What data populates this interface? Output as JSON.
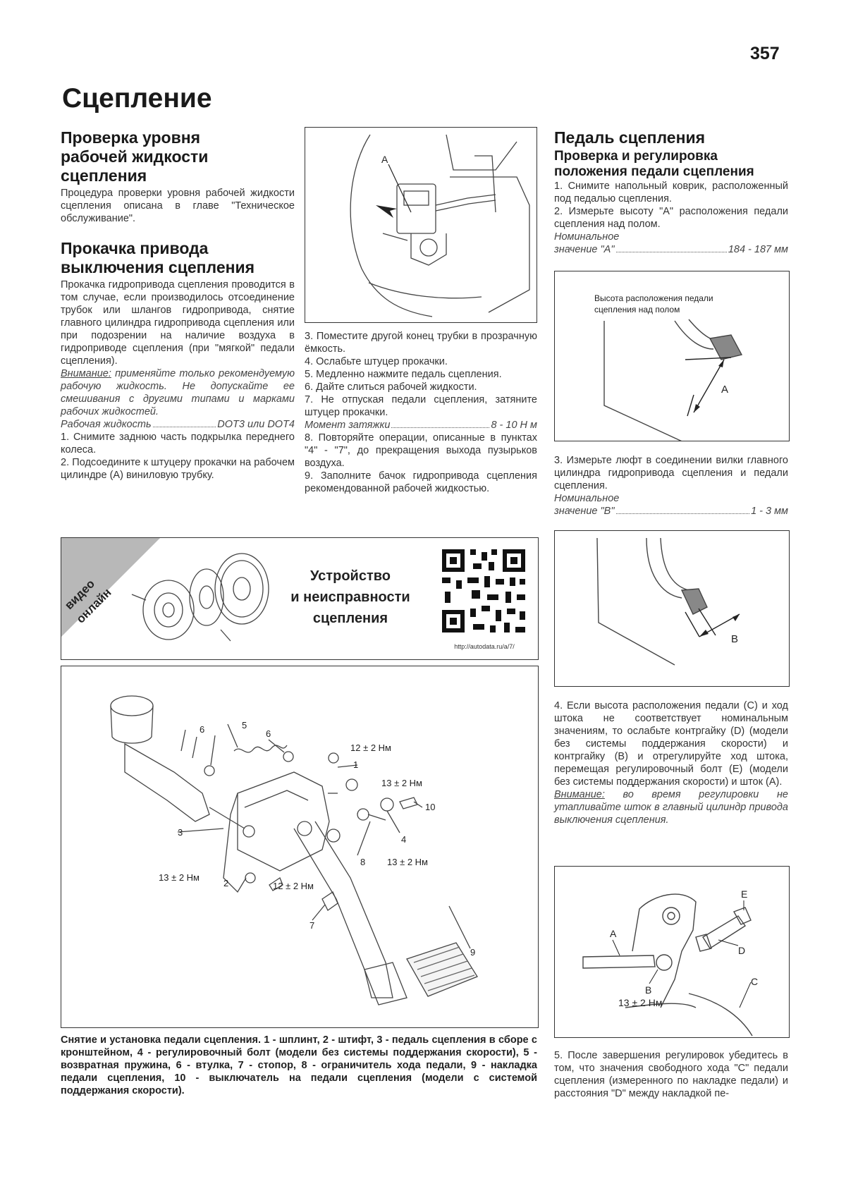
{
  "page_number": "357",
  "chapter_title": "Сцепление",
  "col1": {
    "sec1_title_l1": "Проверка уровня",
    "sec1_title_l2": "рабочей жидкости",
    "sec1_title_l3": "сцепления",
    "sec1_text": "Процедура проверки уровня рабочей жидкости сцепления описана в главе \"Техническое обслуживание\".",
    "sec2_title_l1": "Прокачка привода",
    "sec2_title_l2": "выключения сцепления",
    "sec2_text": "Прокачка гидропривода сцепления проводится в том случае, если производилось отсоединение трубок или шлангов гидропривода, снятие главного цилиндра гидропривода сцепления или при подозрении на наличие воздуха в гидроприводе сцепления (при \"мягкой\" педали сцепления).",
    "warning_label": "Внимание:",
    "warning_text": " применяйте только рекомендуемую рабочую жидкость. Не допускайте ее смешивания с другими типами и марками рабочих жидкостей.",
    "fluid_label": "Рабочая жидкость",
    "fluid_value": "DOT3 или DOT4",
    "step1": "1. Снимите заднюю часть подкрылка переднего колеса.",
    "step2": "2. Подсоедините к штуцеру прокачки на рабочем цилиндре (А) виниловую трубку."
  },
  "col2": {
    "fig_label_a": "A",
    "step3": "3. Поместите другой конец трубки в прозрачную ёмкость.",
    "step4": "4. Ослабьте штуцер прокачки.",
    "step5": "5. Медленно нажмите педаль сцепления.",
    "step6": "6. Дайте слиться рабочей жидкости.",
    "step7": "7. Не отпуская педали сцепления, затяните штуцер прокачки.",
    "torque_label": "Момент затяжки",
    "torque_value": "8 - 10 Н м",
    "step8": "8. Повторяйте операции, описанные в пунктах \"4\" - \"7\", до прекращения выхода пузырьков воздуха.",
    "step9": "9. Заполните бачок гидропривода сцепления рекомендованной рабочей жидкостью."
  },
  "video": {
    "badge_l1": "видео",
    "badge_l2": "онлайн",
    "title_l1": "Устройство",
    "title_l2": "и неисправности",
    "title_l3": "сцепления",
    "url": "http://autodata.ru/a/7/"
  },
  "pedal_fig": {
    "callouts": [
      "1",
      "2",
      "3",
      "4",
      "5",
      "6",
      "6",
      "7",
      "8",
      "9",
      "10"
    ],
    "torque_12": "12 ± 2 Нм",
    "torque_13": "13 ± 2 Нм"
  },
  "pedal_caption": "Снятие и установка педали сцепления. 1 - шплинт, 2 - штифт, 3 - педаль сцепления в сборе с кронштейном, 4 - регулировочный болт (модели без системы поддержания скорости), 5 - возвратная пружина, 6 - втулка, 7 - стопор, 8 - ограничитель хода педали, 9 - накладка педали сцепления, 10 - выключатель на педали сцепления (модели с системой поддержания скорости).",
  "col3": {
    "title": "Педаль сцепления",
    "subtitle_l1": "Проверка и регулировка",
    "subtitle_l2": "положения педали сцепления",
    "step1": "1. Снимите напольный коврик, расположенный под педалью сцепления.",
    "step2": "2. Измерьте высоту \"А\" расположения педали сцепления над полом.",
    "nominal_label": "Номинальное",
    "nominal_a_label": "значение \"А\"",
    "nominal_a_value": "184 - 187 мм",
    "fig1_label_l1": "Высота расположения педали",
    "fig1_label_l2": "сцепления над полом",
    "fig1_a": "A",
    "step3": "3. Измерьте люфт в соединении вилки главного цилиндра гидропривода сцепления и педали сцепления.",
    "nominal_b_label": "значение \"В\"",
    "nominal_b_value": "1 - 3 мм",
    "fig2_b": "B",
    "step4": "4. Если высота расположения педали (С) и ход штока не соответствует номинальным значениям, то ослабьте контргайку (D) (модели без системы поддержания скорости) и контргайку (В) и отрегулируйте ход штока, перемещая регулировочный болт (Е) (модели без системы поддержания скорости) и шток (А).",
    "warning_label": "Внимание:",
    "warning_text": " во время регулировки не утапливайте шток в главный цилиндр привода выключения сцепления.",
    "fig3_labels": [
      "E",
      "D",
      "A",
      "B",
      "C"
    ],
    "fig3_torque": "13 ± 2 Нм",
    "step5": "5. После завершения регулировок убедитесь в том, что значения свободного хода \"С\" педали сцепления (измеренного по накладке педали) и расстояния \"D\" между накладкой пе-"
  }
}
